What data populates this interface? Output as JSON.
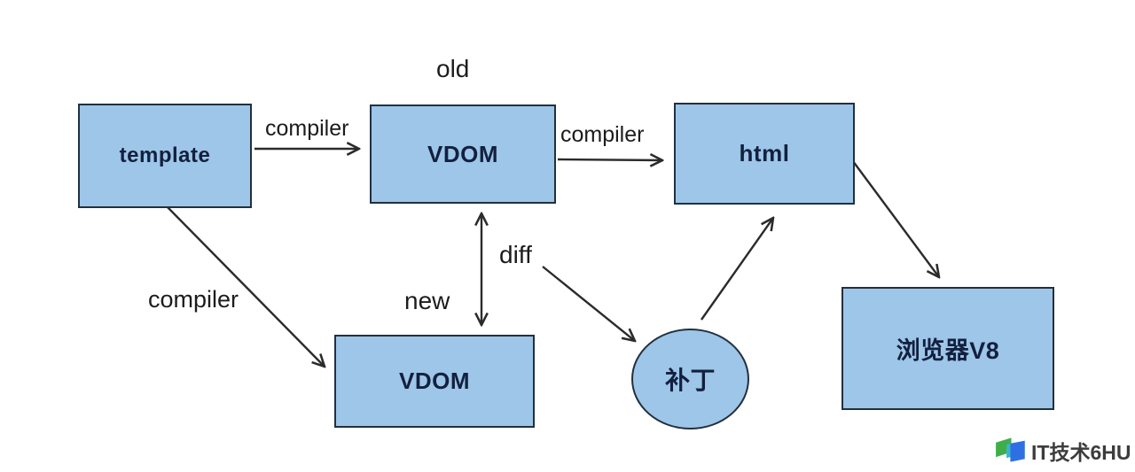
{
  "diagram": {
    "nodes": {
      "template": {
        "label": "template"
      },
      "vdom_old": {
        "label": "VDOM"
      },
      "vdom_new": {
        "label": "VDOM"
      },
      "html": {
        "label": "html"
      },
      "patch": {
        "label": "补丁"
      },
      "browser_v8": {
        "label": "浏览器V8"
      }
    },
    "labels": {
      "old": "old",
      "new": "new",
      "diff": "diff",
      "compiler_top": "compiler",
      "compiler_mid": "compiler",
      "compiler_diag": "compiler"
    },
    "colors": {
      "node_fill": "#9dc6e8",
      "node_border": "#22303f",
      "node_text": "#13203f",
      "arrow": "#2b2b2b",
      "background": "#ffffff",
      "logo_green": "#3fae49",
      "logo_blue": "#2f6fe4",
      "logo_teal": "#37b6c8"
    }
  },
  "watermark": {
    "text": "IT技术6HU"
  }
}
